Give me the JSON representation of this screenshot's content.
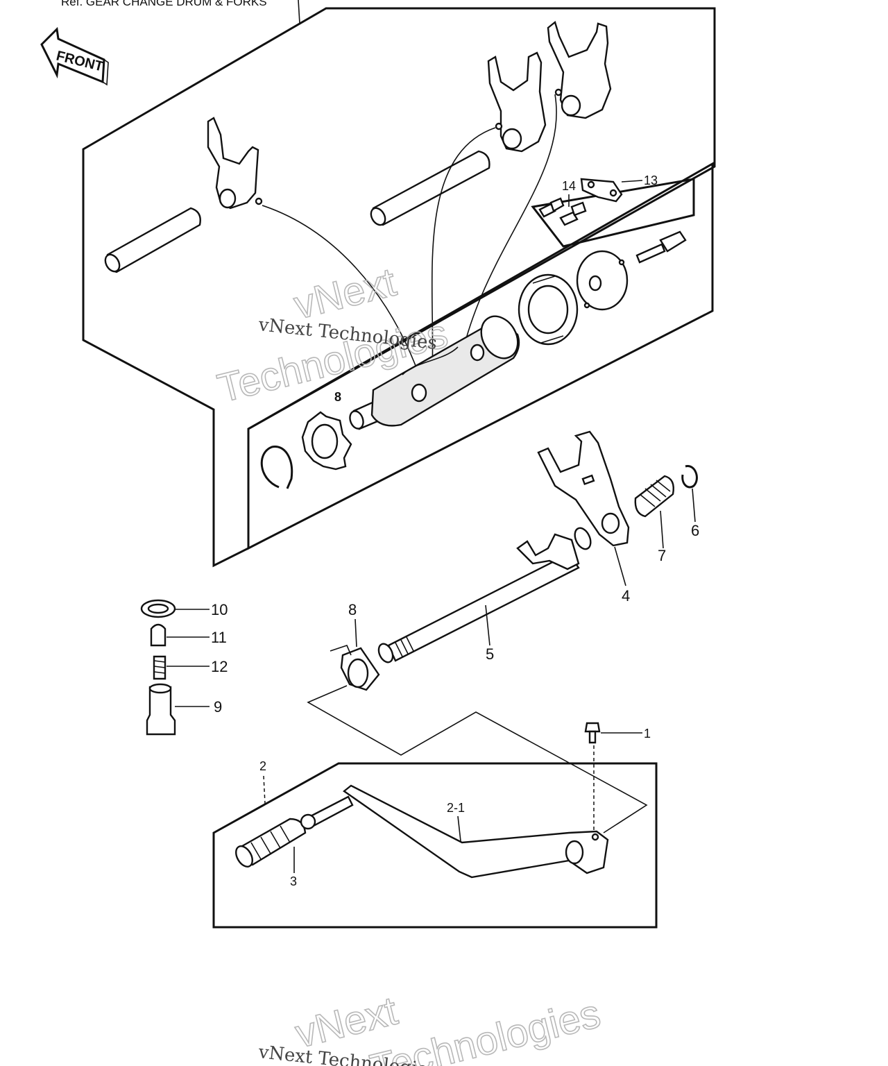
{
  "header": {
    "ref_text": "Ref. GEAR CHANGE DRUM & FORKS"
  },
  "front_arrow": {
    "label": "FRONT"
  },
  "callouts": {
    "c1": "1",
    "c2": "2",
    "c2_1": "2-1",
    "c3": "3",
    "c4": "4",
    "c5": "5",
    "c6": "6",
    "c7": "7",
    "c8": "8",
    "c8_drum": "8",
    "c9": "9",
    "c10": "10",
    "c11": "11",
    "c12": "12",
    "c13": "13",
    "c14": "14"
  },
  "watermark": {
    "line_a": "vNext",
    "line_b": "Technologies",
    "line_c": "vNext Technologies"
  },
  "colors": {
    "ink": "#111111",
    "watermark": "#b8b8b8",
    "background": "#ffffff"
  }
}
